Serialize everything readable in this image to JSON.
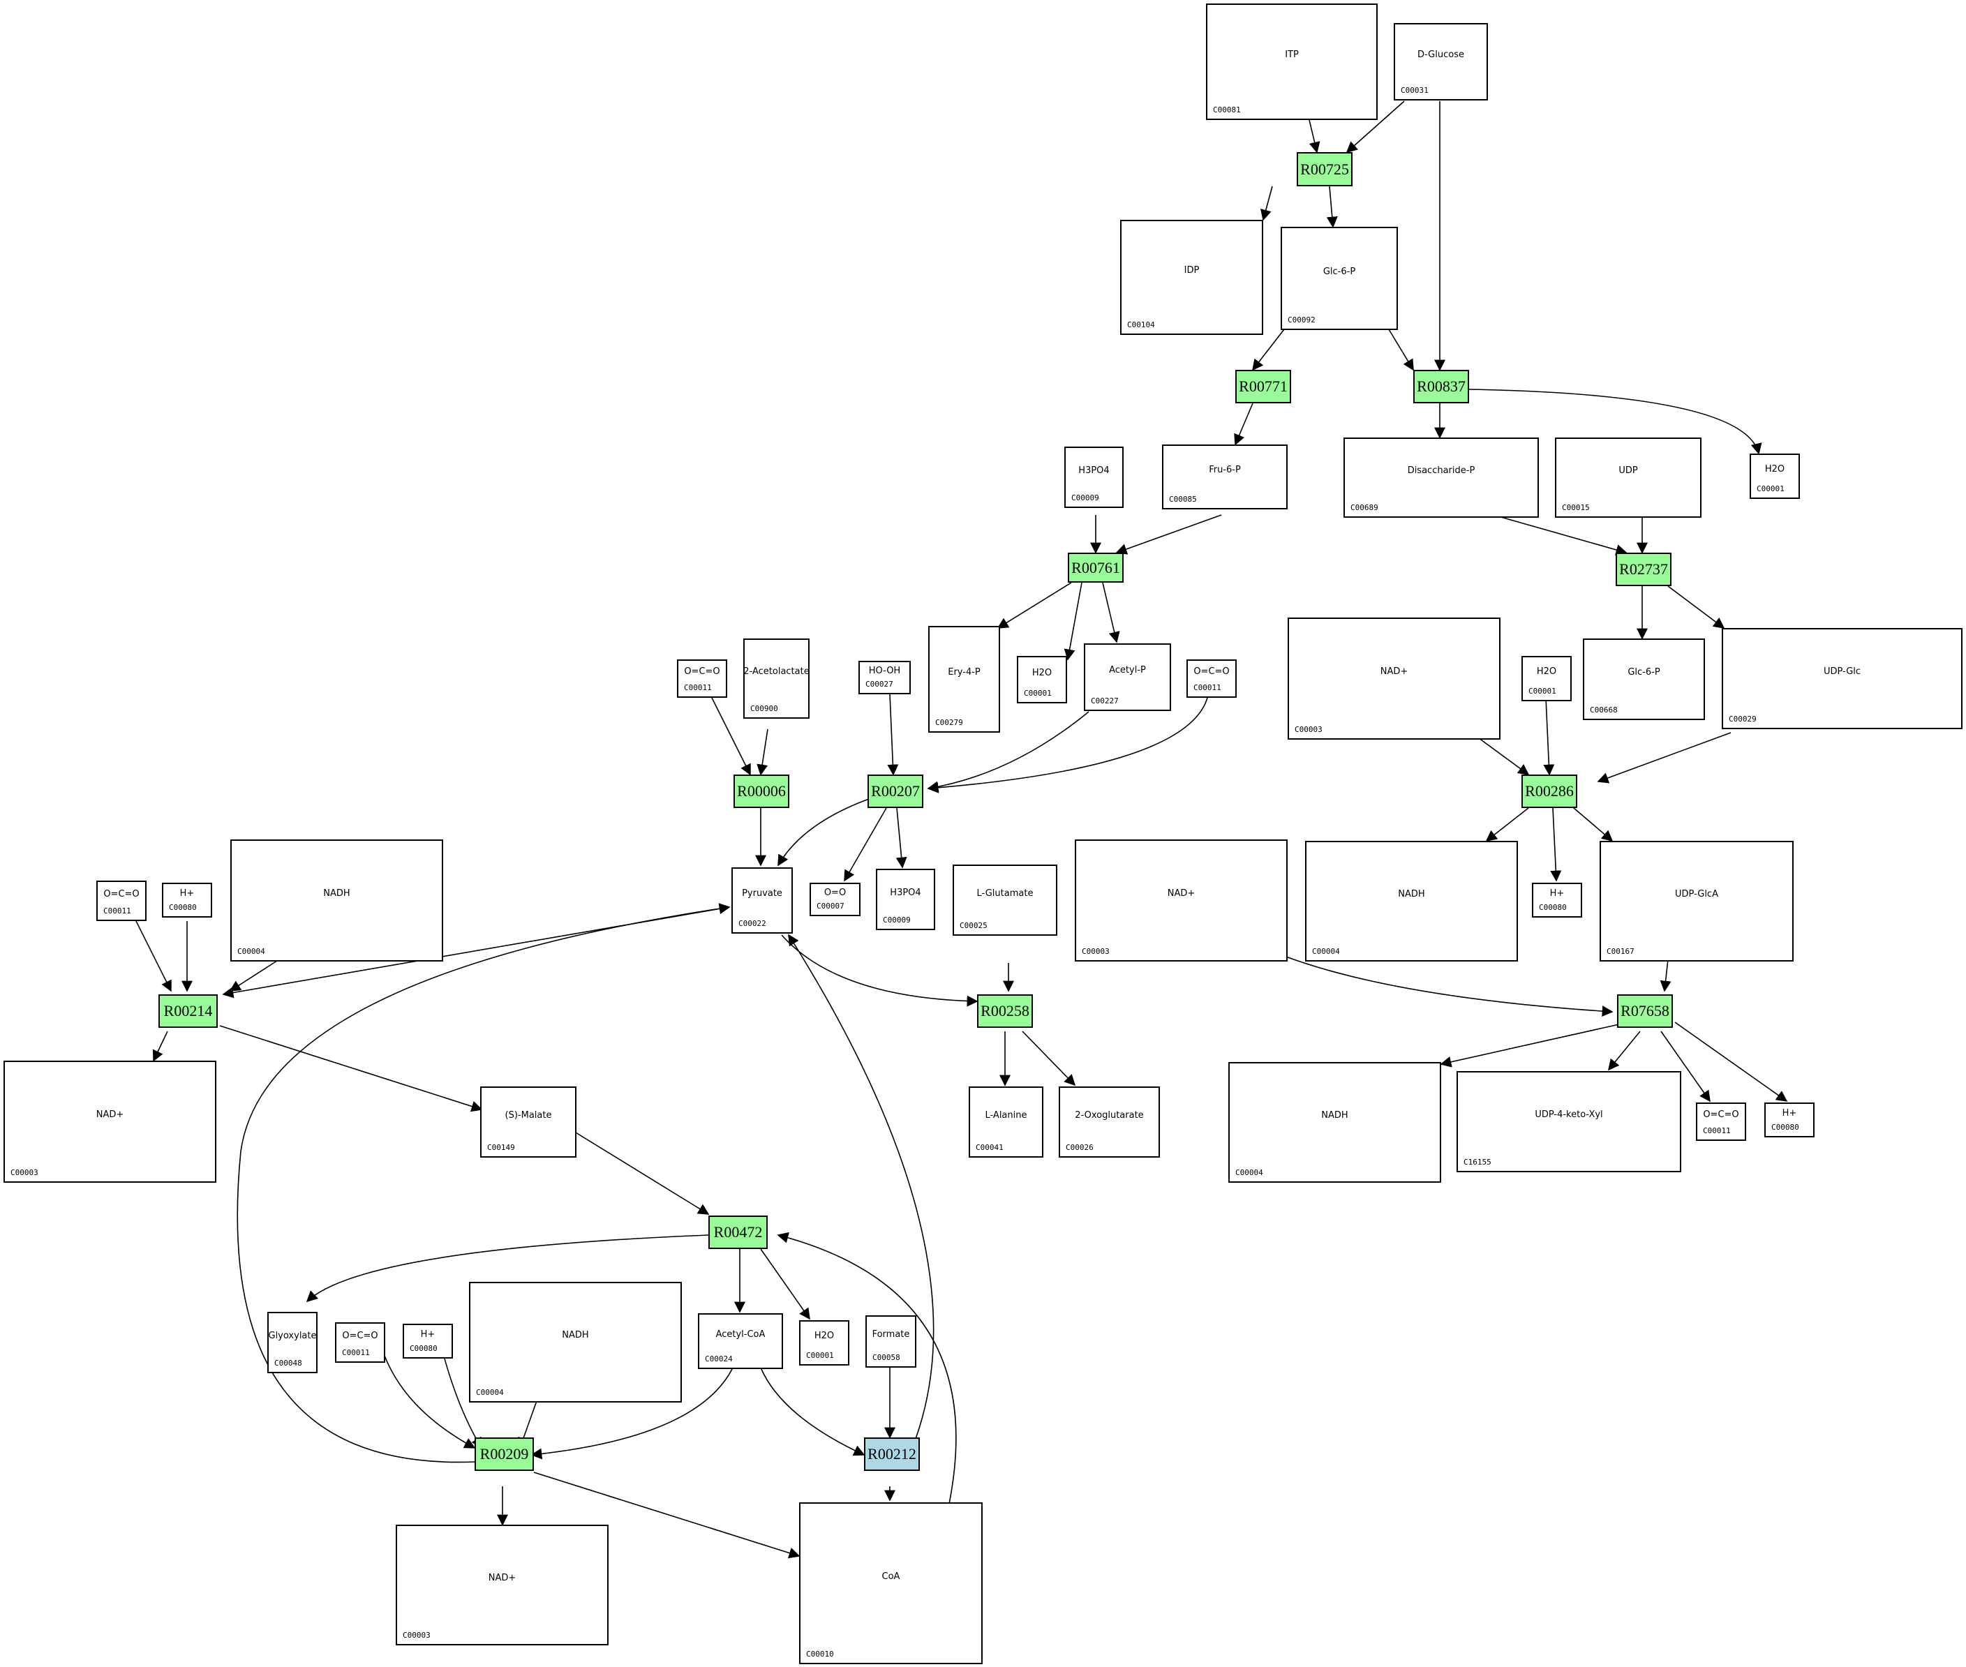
{
  "reactions": [
    {
      "id": "R00725",
      "color": "#98fb98"
    },
    {
      "id": "R00771",
      "color": "#98fb98"
    },
    {
      "id": "R00837",
      "color": "#98fb98"
    },
    {
      "id": "R00761",
      "color": "#98fb98"
    },
    {
      "id": "R02737",
      "color": "#98fb98"
    },
    {
      "id": "R00006",
      "color": "#98fb98"
    },
    {
      "id": "R00207",
      "color": "#98fb98"
    },
    {
      "id": "R00286",
      "color": "#98fb98"
    },
    {
      "id": "R00214",
      "color": "#98fb98"
    },
    {
      "id": "R00258",
      "color": "#98fb98"
    },
    {
      "id": "R07658",
      "color": "#98fb98"
    },
    {
      "id": "R00472",
      "color": "#98fb98"
    },
    {
      "id": "R00209",
      "color": "#98fb98"
    },
    {
      "id": "R00212",
      "color": "#add8e6"
    }
  ],
  "compounds": [
    {
      "key": "c00081",
      "id": "C00081",
      "formula": "ITP"
    },
    {
      "key": "c00031",
      "id": "C00031",
      "formula": "D-Glucose"
    },
    {
      "key": "c00104",
      "id": "C00104",
      "formula": "IDP"
    },
    {
      "key": "c00092",
      "id": "C00092",
      "formula": "Glc-6-P"
    },
    {
      "key": "c00009a",
      "id": "C00009",
      "formula": "H3PO4"
    },
    {
      "key": "c00085",
      "id": "C00085",
      "formula": "Fru-6-P"
    },
    {
      "key": "c00689",
      "id": "C00689",
      "formula": "Disaccharide-P"
    },
    {
      "key": "c00015",
      "id": "C00015",
      "formula": "UDP"
    },
    {
      "key": "c00001a",
      "id": "C00001",
      "formula": "H2O"
    },
    {
      "key": "c00279",
      "id": "C00279",
      "formula": "Ery-4-P"
    },
    {
      "key": "c00001b",
      "id": "C00001",
      "formula": "H2O"
    },
    {
      "key": "c00227",
      "id": "C00227",
      "formula": "Acetyl-P"
    },
    {
      "key": "c00011a",
      "id": "C00011",
      "formula": "O=C=O"
    },
    {
      "key": "c00900",
      "id": "C00900",
      "formula": "2-Acetolactate"
    },
    {
      "key": "c00027",
      "id": "C00027",
      "formula": "HO-OH"
    },
    {
      "key": "c00011b",
      "id": "C00011",
      "formula": "O=C=O"
    },
    {
      "key": "c00003a",
      "id": "C00003",
      "formula": "NAD+"
    },
    {
      "key": "c00001c",
      "id": "C00001",
      "formula": "H2O"
    },
    {
      "key": "c00668",
      "id": "C00668",
      "formula": "Glc-6-P"
    },
    {
      "key": "c00029",
      "id": "C00029",
      "formula": "UDP-Glc"
    },
    {
      "key": "c00022",
      "id": "C00022",
      "formula": "Pyruvate"
    },
    {
      "key": "c00007",
      "id": "C00007",
      "formula": "O=O"
    },
    {
      "key": "c00009b",
      "id": "C00009",
      "formula": "H3PO4"
    },
    {
      "key": "c00025",
      "id": "C00025",
      "formula": "L-Glutamate"
    },
    {
      "key": "c00003b",
      "id": "C00003",
      "formula": "NAD+"
    },
    {
      "key": "c00004a",
      "id": "C00004",
      "formula": "NADH"
    },
    {
      "key": "c00080a",
      "id": "C00080",
      "formula": "H+"
    },
    {
      "key": "c00167",
      "id": "C00167",
      "formula": "UDP-GlcA"
    },
    {
      "key": "c00011c",
      "id": "C00011",
      "formula": "O=C=O"
    },
    {
      "key": "c00080b",
      "id": "C00080",
      "formula": "H+"
    },
    {
      "key": "c00004b",
      "id": "C00004",
      "formula": "NADH"
    },
    {
      "key": "c00003c",
      "id": "C00003",
      "formula": "NAD+"
    },
    {
      "key": "c00149",
      "id": "C00149",
      "formula": "(S)-Malate"
    },
    {
      "key": "c00041",
      "id": "C00041",
      "formula": "L-Alanine"
    },
    {
      "key": "c00026",
      "id": "C00026",
      "formula": "2-Oxoglutarate"
    },
    {
      "key": "c00004c",
      "id": "C00004",
      "formula": "NADH"
    },
    {
      "key": "c16155",
      "id": "C16155",
      "formula": "UDP-4-keto-Xyl"
    },
    {
      "key": "c00011d",
      "id": "C00011",
      "formula": "O=C=O"
    },
    {
      "key": "c00080c",
      "id": "C00080",
      "formula": "H+"
    },
    {
      "key": "c00048",
      "id": "C00048",
      "formula": "Glyoxylate"
    },
    {
      "key": "c00011e",
      "id": "C00011",
      "formula": "O=C=O"
    },
    {
      "key": "c00080d",
      "id": "C00080",
      "formula": "H+"
    },
    {
      "key": "c00004d",
      "id": "C00004",
      "formula": "NADH"
    },
    {
      "key": "c00024",
      "id": "C00024",
      "formula": "Acetyl-CoA"
    },
    {
      "key": "c00001d",
      "id": "C00001",
      "formula": "H2O"
    },
    {
      "key": "c00058",
      "id": "C00058",
      "formula": "Formate"
    },
    {
      "key": "c00003d",
      "id": "C00003",
      "formula": "NAD+"
    },
    {
      "key": "c00010",
      "id": "C00010",
      "formula": "CoA"
    }
  ]
}
